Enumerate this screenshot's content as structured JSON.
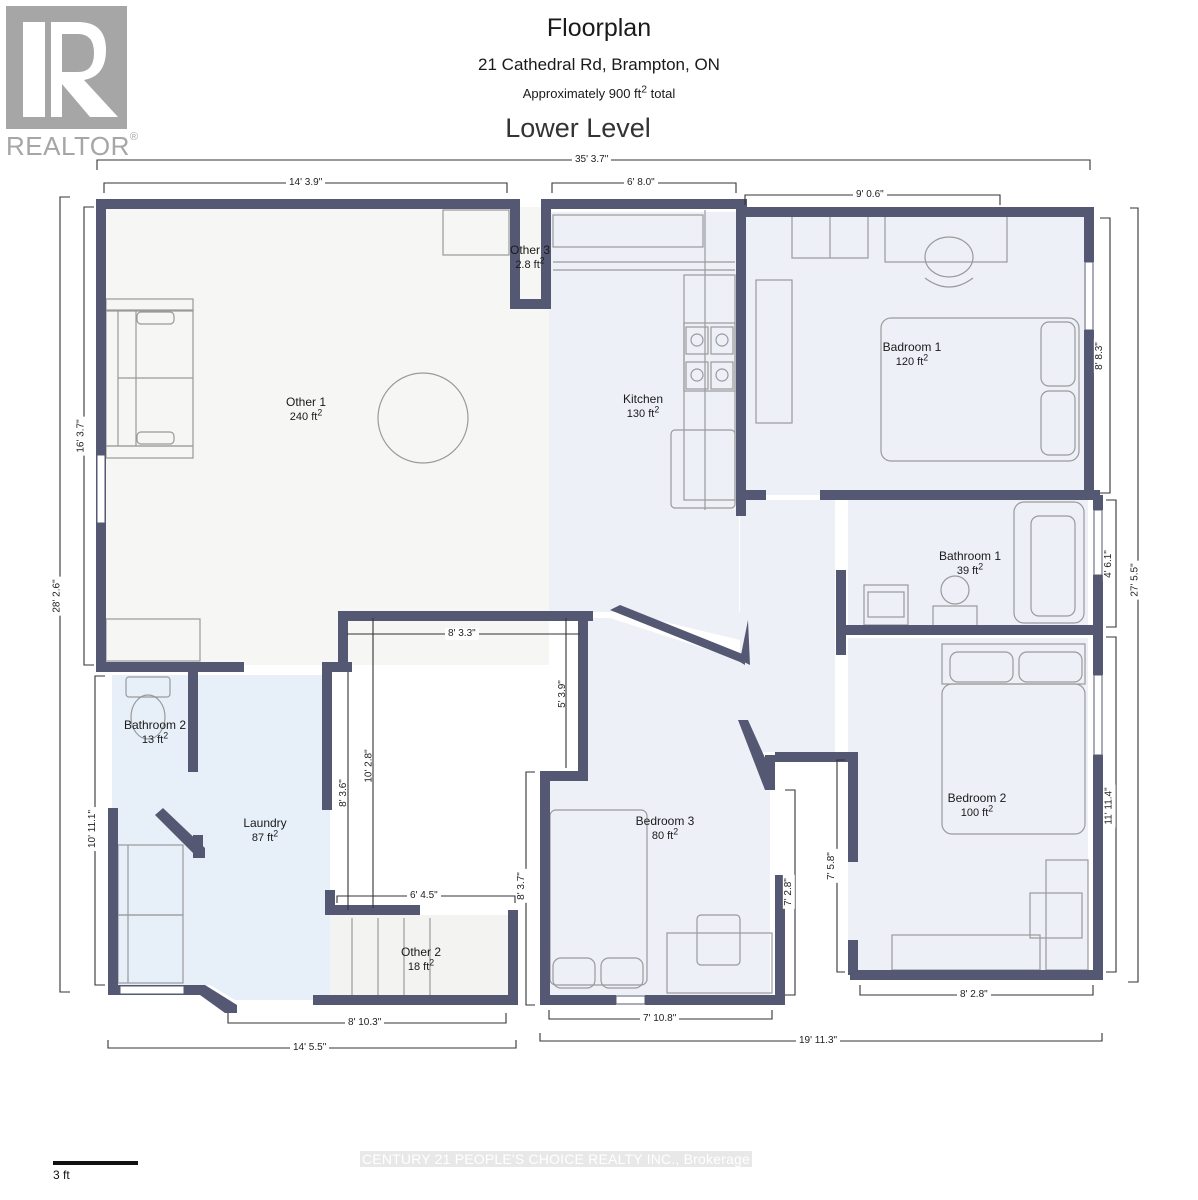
{
  "header": {
    "title": "Floorplan",
    "address": "21 Cathedral Rd, Brampton, ON",
    "area_prefix": "Approximately 900 ft",
    "area_exp": "2",
    "area_suffix": " total",
    "level": "Lower Level"
  },
  "logo": {
    "text": "REALTOR",
    "reg": "®"
  },
  "colors": {
    "wall": "#555873",
    "room_fill_other": "#f6f6f4",
    "room_fill_blue": "#eef0f8",
    "laundry_fill": "#e7eff9",
    "outline": "#9a9a9a"
  },
  "rooms": [
    {
      "name": "Other 1",
      "area": "240 ft",
      "exp": "2"
    },
    {
      "name": "Other 3",
      "area": "2.8 ft",
      "exp": "2"
    },
    {
      "name": "Kitchen",
      "area": "130 ft",
      "exp": "2"
    },
    {
      "name": "Badroom 1",
      "area": "120 ft",
      "exp": "2"
    },
    {
      "name": "Bathroom 1",
      "area": "39 ft",
      "exp": "2"
    },
    {
      "name": "Bedroom 2",
      "area": "100 ft",
      "exp": "2"
    },
    {
      "name": "Bedroom 3",
      "area": "80 ft",
      "exp": "2"
    },
    {
      "name": "Bathroom 2",
      "area": "13 ft",
      "exp": "2"
    },
    {
      "name": "Laundry",
      "area": "87 ft",
      "exp": "2"
    },
    {
      "name": "Other 2",
      "area": "18 ft",
      "exp": "2"
    }
  ],
  "dimensions": {
    "top_total": "35' 3.7\"",
    "top_other1": "14' 3.9\"",
    "top_kitchen": "6' 8.0\"",
    "top_bedroom1": "9' 0.6\"",
    "right_bedroom1": "8' 8.3\"",
    "right_bathroom1": "4' 6.1\"",
    "right_total": "27' 5.5\"",
    "right_bedroom2": "11' 11.4\"",
    "left_total": "28' 2.6\"",
    "left_other1": "16' 3.7\"",
    "left_laundry": "10' 11.1\"",
    "inner_width": "8' 3.3\"",
    "inner_right": "5' 3.9\"",
    "inner_height": "10' 2.8\"",
    "laundry_right": "8' 3.6\"",
    "other2_top": "6' 4.5\"",
    "bedroom3_left": "8' 3.7\"",
    "bedroom3_right": "7' 2.8\"",
    "bedroom2_left": "7' 5.8\"",
    "bottom_laundry": "8' 10.3\"",
    "bottom_left_total": "14' 5.5\"",
    "bottom_bedroom3": "7' 10.8\"",
    "bottom_bedroom2": "8' 2.8\"",
    "bottom_right_total": "19' 11.3\""
  },
  "scale": {
    "label": "3 ft"
  },
  "watermark": "CENTURY 21 PEOPLE'S CHOICE REALTY INC., Brokerage"
}
